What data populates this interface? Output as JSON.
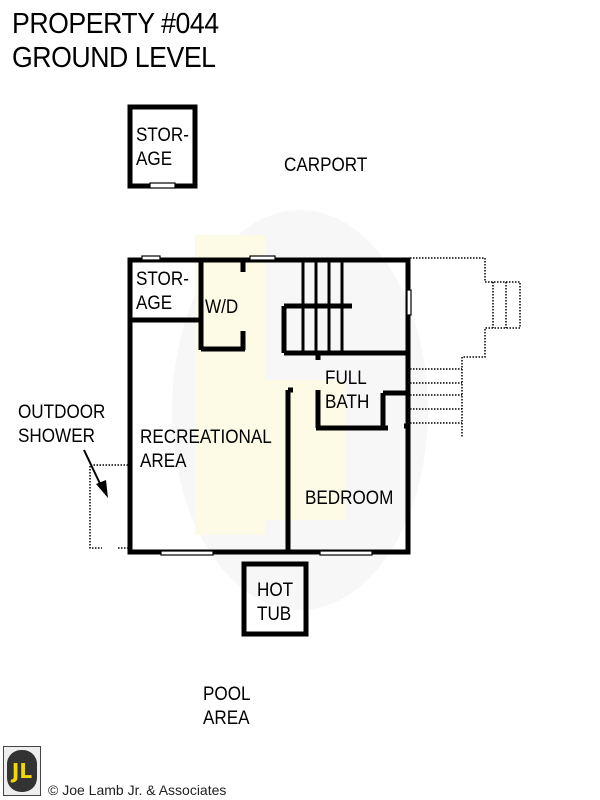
{
  "header": {
    "title_line1": "PROPERTY #044",
    "title_line2": "GROUND LEVEL"
  },
  "rooms": {
    "storage_outbuilding": [
      "STOR-",
      "AGE"
    ],
    "carport": "CARPORT",
    "storage_interior": [
      "STOR-",
      "AGE"
    ],
    "wd": "W/D",
    "full_bath": [
      "FULL",
      "BATH"
    ],
    "outdoor_shower": [
      "OUTDOOR",
      "SHOWER"
    ],
    "recreational_area": [
      "RECREATIONAL",
      "AREA"
    ],
    "bedroom": "BEDROOM",
    "hot_tub": [
      "HOT",
      "TUB"
    ],
    "pool_area": [
      "POOL",
      "AREA"
    ]
  },
  "footer": {
    "logo_text": "JL",
    "copyright": "© Joe Lamb Jr. & Associates"
  },
  "colors": {
    "wall": "#000000",
    "watermark": "#fdfbe6",
    "logo_yellow": "#f0d800"
  }
}
